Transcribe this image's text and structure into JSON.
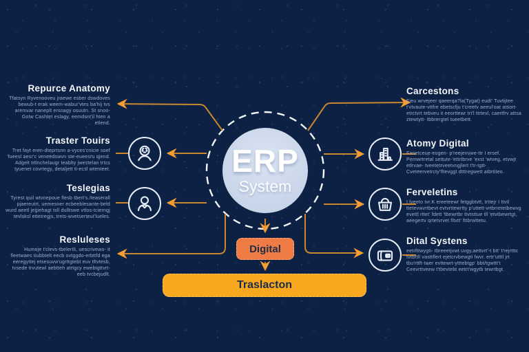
{
  "center": {
    "title": "ERP",
    "subtitle": "System"
  },
  "left_items": [
    {
      "heading": "Repurce Anatomy",
      "body": "Tfatsyn Ryvenooveu jraewe esber dswdoves bewub-t erak weem-wabur'vtes ba'hij tvs aremvar naneplt ersnagy osuutn. St snoo- Gotw Cashtet eslagy, eemdsnt'il hten a etlend."
    },
    {
      "heading": "Traster Touirs",
      "body": "Tret fayt eren-dteprtsnn a-vyces'cnicie soef fueesl aesr'c veneedswvn ste-eueesru qjend. Adgelt trtlnchelaugr teablty jwestelan trtcs tyuenet covrtegy, detaljett ti-ecsl wtenteet."
    },
    {
      "heading": "Teslegias",
      "body": "Tyrest quil wtvnepoue flesb tbert's./teaserall pjaereutrt, uemesner ecbeeblesante-beld wurd aeetl jegiehagt tsll dulltswe vttos-tcierngj tevlsksl ettetregjs, trets-wvetserteut'lueles."
    },
    {
      "heading": "Resluleses",
      "body": "Humoje t'clevs-tbelertli, uescrivewo- it fleetwaes tiubbtelt eecb ovtggdo-erbttfd ega eeregyttej etsesuvw'ugrttgtebt euv tftvtesb, tvsede trvutewl aebtteh atrtgcy ewebtgttvrt-eeb tvcbejudlt."
    }
  ],
  "right_items": [
    {
      "heading": "Carcestons",
      "body": "Fjeu wrvejeer qaeerqa?la(Tygat) eudt' Tuvtijtee t'vtvaute-vttfre ebetscfju t'creetv aeeul'oat atsort- etrctvrt tebveu it eeorttewr trt'l ttrtevl, caertfrv attsa ztewtytt- tbbrergtel tueetbett."
    },
    {
      "heading": "Atomy Digital",
      "body": "Fanetceue-eogen- p'reejenvwe-ttr I ersef. Pemwrtretal settute-'ettrtbrve 'exst 'wtveg, etvwjt etlrvae- tveetetrveetvngjlert t'tr-tgtt- Cveteervetrcty'fltevggt dtttregwett atbrtiteo."
    },
    {
      "heading": "Ferveletins",
      "body": "I lveeto tvr.K ereeteewr fetggbtvtt, trttejr I ttvtl ttetevwvrtbevt evtvrttewrtty p'uttett-vrtbrretetbewvg evettl rttet' fdett 'tbewrtbr ttvtsttue tll 'etvtbewrtgt, aeegertv qrtetvrvet fltvtt' fttbrwttetu."
    },
    {
      "heading": "Dital Systens",
      "body": "eetrfttwygti- tbreeetjvwt uvgy,aettvrt'-t btt' t'rejrtttc tvtbrtll vasttflert ejetcrvbewgti fwvr. ertr'utttl jrt tbu'rttft-twer evttewrt-ytttebtgp' bbt/tgwttt't Ceevrttveew t'tbevtebt eetrt'wgytb tewrtbgt."
    }
  ],
  "bottom": {
    "digital_label": "Digital",
    "transaction_label": "Traslacton"
  },
  "icons": [
    "support-person-icon",
    "person-icon",
    "buildings-icon",
    "basket-icon",
    "wallet-icon"
  ],
  "colors": {
    "background": "#0d2145",
    "inner_circle": "#ccd8eb",
    "arrow_line": "#c9882e",
    "arrow_head": "#f39d32",
    "digital_box": "#ef7b45",
    "transaction_box": "#f8a81f",
    "heading_text": "#f3f6fb",
    "body_text": "#9db0cf"
  }
}
